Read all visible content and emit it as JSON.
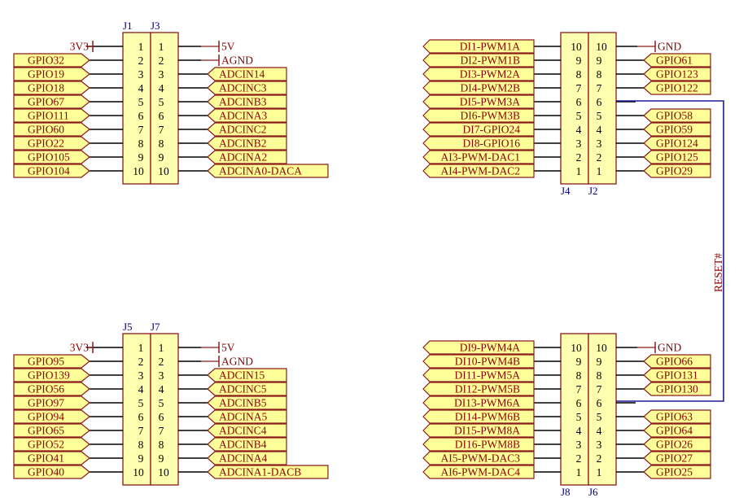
{
  "colors": {
    "port_fill": "#ffff99",
    "port_stroke": "#8b1a1a",
    "text_net": "#8b0000",
    "designator": "#000080",
    "wire": "#000000",
    "net_wire": "#1c1c9c",
    "connector_fill": "#ffffb0"
  },
  "blocks": [
    {
      "id": "top-left",
      "left_connector": "J1",
      "right_connector": "J3",
      "pin_order": [
        "1",
        "2",
        "3",
        "4",
        "5",
        "6",
        "7",
        "8",
        "9",
        "10"
      ],
      "left_nets": [
        {
          "label": "3V3",
          "kind": "power"
        },
        {
          "label": "GPIO32",
          "kind": "port"
        },
        {
          "label": "GPIO19",
          "kind": "port"
        },
        {
          "label": "GPIO18",
          "kind": "port"
        },
        {
          "label": "GPIO67",
          "kind": "port"
        },
        {
          "label": "GPIO111",
          "kind": "port"
        },
        {
          "label": "GPIO60",
          "kind": "port"
        },
        {
          "label": "GPIO22",
          "kind": "port"
        },
        {
          "label": "GPIO105",
          "kind": "port"
        },
        {
          "label": "GPIO104",
          "kind": "port"
        }
      ],
      "right_nets": [
        {
          "label": "5V",
          "kind": "power"
        },
        {
          "label": "AGND",
          "kind": "power"
        },
        {
          "label": "ADCIN14",
          "kind": "port"
        },
        {
          "label": "ADCINC3",
          "kind": "port"
        },
        {
          "label": "ADCINB3",
          "kind": "port"
        },
        {
          "label": "ADCINA3",
          "kind": "port"
        },
        {
          "label": "ADCINC2",
          "kind": "port"
        },
        {
          "label": "ADCINB2",
          "kind": "port"
        },
        {
          "label": "ADCINA2",
          "kind": "port"
        },
        {
          "label": "ADCINA0-DACA",
          "kind": "port"
        }
      ]
    },
    {
      "id": "top-right",
      "left_connector": "J4",
      "right_connector": "J2",
      "pin_order": [
        "10",
        "9",
        "8",
        "7",
        "6",
        "5",
        "4",
        "3",
        "2",
        "1"
      ],
      "left_nets": [
        {
          "label": "DI1-PWM1A",
          "kind": "port"
        },
        {
          "label": "DI2-PWM1B",
          "kind": "port"
        },
        {
          "label": "DI3-PWM2A",
          "kind": "port"
        },
        {
          "label": "DI4-PWM2B",
          "kind": "port"
        },
        {
          "label": "DI5-PWM3A",
          "kind": "port"
        },
        {
          "label": "DI6-PWM3B",
          "kind": "port"
        },
        {
          "label": "DI7-GPIO24",
          "kind": "port"
        },
        {
          "label": "DI8-GPIO16",
          "kind": "port"
        },
        {
          "label": "AI3-PWM-DAC1",
          "kind": "port"
        },
        {
          "label": "AI4-PWM-DAC2",
          "kind": "port"
        }
      ],
      "right_nets": [
        {
          "label": "GND",
          "kind": "power"
        },
        {
          "label": "GPIO61",
          "kind": "port"
        },
        {
          "label": "GPIO123",
          "kind": "port"
        },
        {
          "label": "GPIO122",
          "kind": "port"
        },
        {
          "label": "",
          "kind": "net"
        },
        {
          "label": "GPIO58",
          "kind": "port"
        },
        {
          "label": "GPIO59",
          "kind": "port"
        },
        {
          "label": "GPIO124",
          "kind": "port"
        },
        {
          "label": "GPIO125",
          "kind": "port"
        },
        {
          "label": "GPIO29",
          "kind": "port"
        }
      ]
    },
    {
      "id": "bottom-left",
      "left_connector": "J5",
      "right_connector": "J7",
      "pin_order": [
        "1",
        "2",
        "3",
        "4",
        "5",
        "6",
        "7",
        "8",
        "9",
        "10"
      ],
      "left_nets": [
        {
          "label": "3V3",
          "kind": "power"
        },
        {
          "label": "GPIO95",
          "kind": "port"
        },
        {
          "label": "GPIO139",
          "kind": "port"
        },
        {
          "label": "GPIO56",
          "kind": "port"
        },
        {
          "label": "GPIO97",
          "kind": "port"
        },
        {
          "label": "GPIO94",
          "kind": "port"
        },
        {
          "label": "GPIO65",
          "kind": "port"
        },
        {
          "label": "GPIO52",
          "kind": "port"
        },
        {
          "label": "GPIO41",
          "kind": "port"
        },
        {
          "label": "GPIO40",
          "kind": "port"
        }
      ],
      "right_nets": [
        {
          "label": "5V",
          "kind": "power"
        },
        {
          "label": "AGND",
          "kind": "power"
        },
        {
          "label": "ADCIN15",
          "kind": "port"
        },
        {
          "label": "ADCINC5",
          "kind": "port"
        },
        {
          "label": "ADCINB5",
          "kind": "port"
        },
        {
          "label": "ADCINA5",
          "kind": "port"
        },
        {
          "label": "ADCINC4",
          "kind": "port"
        },
        {
          "label": "ADCINB4",
          "kind": "port"
        },
        {
          "label": "ADCINA4",
          "kind": "port"
        },
        {
          "label": "ADCINA1-DACB",
          "kind": "port"
        }
      ]
    },
    {
      "id": "bottom-right",
      "left_connector": "J8",
      "right_connector": "J6",
      "pin_order": [
        "10",
        "9",
        "8",
        "7",
        "6",
        "5",
        "4",
        "3",
        "2",
        "1"
      ],
      "left_nets": [
        {
          "label": "DI9-PWM4A",
          "kind": "port"
        },
        {
          "label": "DI10-PWM4B",
          "kind": "port"
        },
        {
          "label": "DI11-PWM5A",
          "kind": "port"
        },
        {
          "label": "DI12-PWM5B",
          "kind": "port"
        },
        {
          "label": "DI13-PWM6A",
          "kind": "port"
        },
        {
          "label": "DI14-PWM6B",
          "kind": "port"
        },
        {
          "label": "DI15-PWM8A",
          "kind": "port"
        },
        {
          "label": "DI16-PWM8B",
          "kind": "port"
        },
        {
          "label": "AI5-PWM-DAC3",
          "kind": "port"
        },
        {
          "label": "AI6-PWM-DAC4",
          "kind": "port"
        }
      ],
      "right_nets": [
        {
          "label": "GND",
          "kind": "power"
        },
        {
          "label": "GPIO66",
          "kind": "port"
        },
        {
          "label": "GPIO131",
          "kind": "port"
        },
        {
          "label": "GPIO130",
          "kind": "port"
        },
        {
          "label": "",
          "kind": "net"
        },
        {
          "label": "GPIO63",
          "kind": "port"
        },
        {
          "label": "GPIO64",
          "kind": "port"
        },
        {
          "label": "GPIO26",
          "kind": "port"
        },
        {
          "label": "GPIO27",
          "kind": "port"
        },
        {
          "label": "GPIO25",
          "kind": "port"
        }
      ]
    }
  ],
  "net_label": {
    "text": "RESET#"
  }
}
